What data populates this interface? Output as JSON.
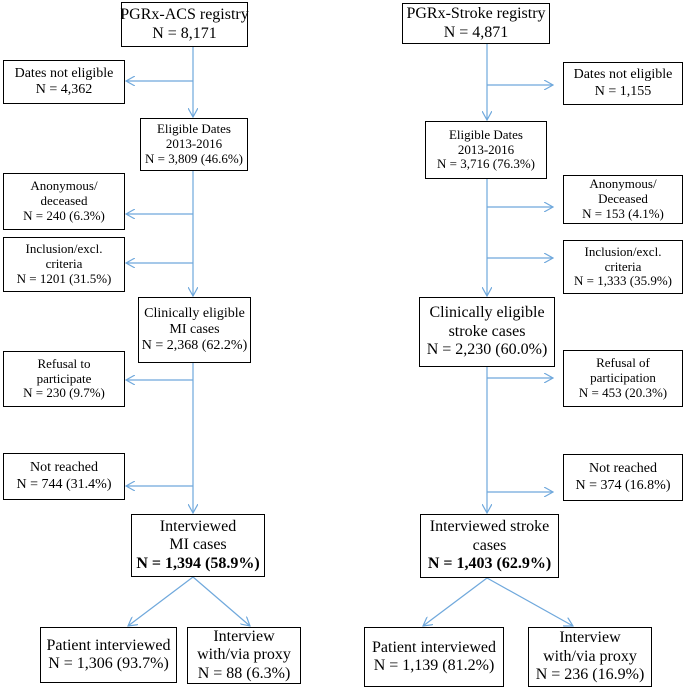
{
  "left": {
    "registry": {
      "line1": "PGRx-ACS registry",
      "line2": "N = 8,171"
    },
    "dates_not_eligible": {
      "line1": "Dates not eligible",
      "line2": "N = 4,362"
    },
    "eligible_dates": {
      "line1": "Eligible Dates",
      "line2": "2013-2016",
      "line3": "N = 3,809 (46.6%)"
    },
    "anonymous": {
      "line1": "Anonymous/",
      "line2": "deceased",
      "line3": "N = 240  (6.3%)"
    },
    "inclusion": {
      "line1": "Inclusion/excl.",
      "line2": "criteria",
      "line3": "N = 1201 (31.5%)"
    },
    "clinically_eligible": {
      "line1": "Clinically eligible",
      "line2": "MI cases",
      "line3": "N = 2,368 (62.2%)"
    },
    "refusal": {
      "line1": "Refusal to",
      "line2": "participate",
      "line3": "N = 230 (9.7%)"
    },
    "not_reached": {
      "line1": "Not reached",
      "line2": "N = 744  (31.4%)"
    },
    "interviewed": {
      "line1": "Interviewed",
      "line2": "MI cases",
      "line3": "N = 1,394 (58.9%)"
    },
    "patient_interviewed": {
      "line1": "Patient interviewed",
      "line2": "N = 1,306 (93.7%)"
    },
    "proxy": {
      "line1": "Interview",
      "line2": "with/via proxy",
      "line3": "N = 88 (6.3%)"
    }
  },
  "right": {
    "registry": {
      "line1": "PGRx-Stroke registry",
      "line2": "N = 4,871"
    },
    "dates_not_eligible": {
      "line1": "Dates not eligible",
      "line2": "N = 1,155"
    },
    "eligible_dates": {
      "line1": "Eligible Dates",
      "line2": "2013-2016",
      "line3": "N = 3,716 (76.3%)"
    },
    "anonymous": {
      "line1": "Anonymous/",
      "line2": "Deceased",
      "line3": "N = 153 (4.1%)"
    },
    "inclusion": {
      "line1": "Inclusion/excl.",
      "line2": "criteria",
      "line3": "N = 1,333 (35.9%)"
    },
    "clinically_eligible": {
      "line1": "Clinically eligible",
      "line2": "stroke cases",
      "line3": "N = 2,230 (60.0%)"
    },
    "refusal": {
      "line1": "Refusal of",
      "line2": "participation",
      "line3": "N = 453 (20.3%)"
    },
    "not_reached": {
      "line1": "Not reached",
      "line2": "N = 374 (16.8%)"
    },
    "interviewed": {
      "line1": "Interviewed stroke",
      "line2": "cases",
      "line3": "N = 1,403 (62.9%)"
    },
    "patient_interviewed": {
      "line1": "Patient interviewed",
      "line2": "N = 1,139 (81.2%)"
    },
    "proxy": {
      "line1": "Interview",
      "line2": "with/via proxy",
      "line3": "N = 236 (16.9%)"
    }
  },
  "colors": {
    "arrow": "#6fa8dc",
    "border": "#000000"
  }
}
